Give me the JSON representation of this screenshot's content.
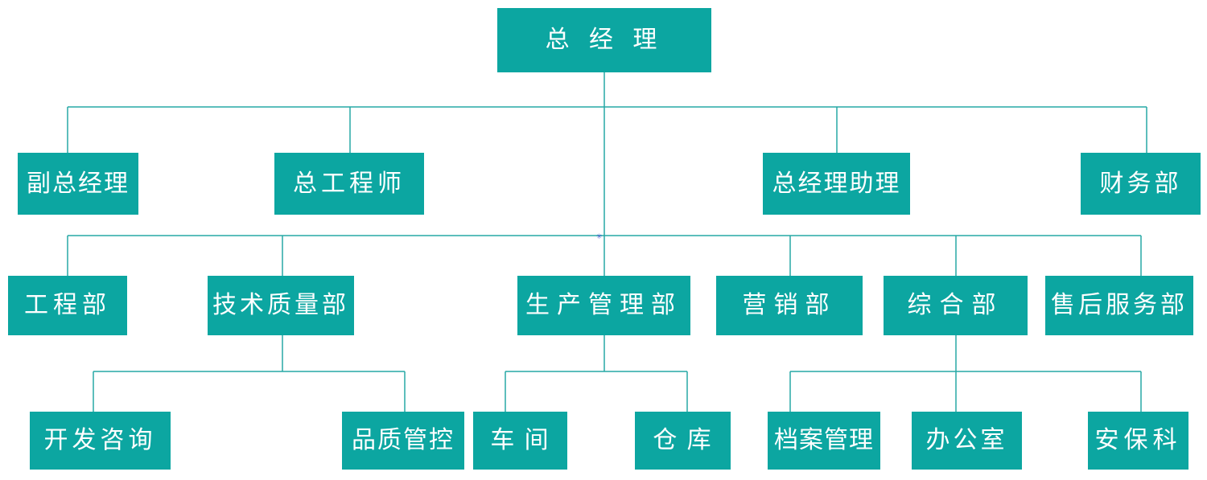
{
  "chart_data": {
    "type": "org-chart",
    "title": "",
    "nodes": [
      {
        "id": "general-manager",
        "label": "总 经 理",
        "level": 1,
        "parent": null
      },
      {
        "id": "deputy-general-manager",
        "label": "副总经理",
        "level": 2,
        "parent": "general-manager"
      },
      {
        "id": "chief-engineer",
        "label": "总工程师",
        "level": 2,
        "parent": "general-manager"
      },
      {
        "id": "gm-assistant",
        "label": "总经理助理",
        "level": 2,
        "parent": "general-manager"
      },
      {
        "id": "finance-dept",
        "label": "财务部",
        "level": 2,
        "parent": "general-manager"
      },
      {
        "id": "engineering-dept",
        "label": "工程部",
        "level": 3,
        "parent": "general-manager"
      },
      {
        "id": "tech-quality-dept",
        "label": "技术质量部",
        "level": 3,
        "parent": "general-manager"
      },
      {
        "id": "production-mgmt-dept",
        "label": "生产管理部",
        "level": 3,
        "parent": "general-manager"
      },
      {
        "id": "marketing-dept",
        "label": "营销部",
        "level": 3,
        "parent": "general-manager"
      },
      {
        "id": "general-affairs-dept",
        "label": "综合部",
        "level": 3,
        "parent": "general-manager"
      },
      {
        "id": "after-sales-dept",
        "label": "售后服务部",
        "level": 3,
        "parent": "general-manager"
      },
      {
        "id": "dev-consulting",
        "label": "开发咨询",
        "level": 4,
        "parent": "tech-quality-dept"
      },
      {
        "id": "quality-control",
        "label": "品质管控",
        "level": 4,
        "parent": "tech-quality-dept"
      },
      {
        "id": "workshop",
        "label": "车  间",
        "level": 4,
        "parent": "production-mgmt-dept"
      },
      {
        "id": "warehouse",
        "label": "仓  库",
        "level": 4,
        "parent": "production-mgmt-dept"
      },
      {
        "id": "archives-mgmt",
        "label": "档案管理",
        "level": 4,
        "parent": "general-affairs-dept"
      },
      {
        "id": "office",
        "label": "办公室",
        "level": 4,
        "parent": "general-affairs-dept"
      },
      {
        "id": "security-section",
        "label": "安保科",
        "level": 4,
        "parent": "general-affairs-dept"
      }
    ]
  },
  "colors": {
    "box": "#0CA6A1",
    "line": "#27A9A5",
    "text": "#FFFFFF",
    "background": "#FFFFFF",
    "stray_mark": "#4A5FD0"
  },
  "stray_mark": "✳"
}
